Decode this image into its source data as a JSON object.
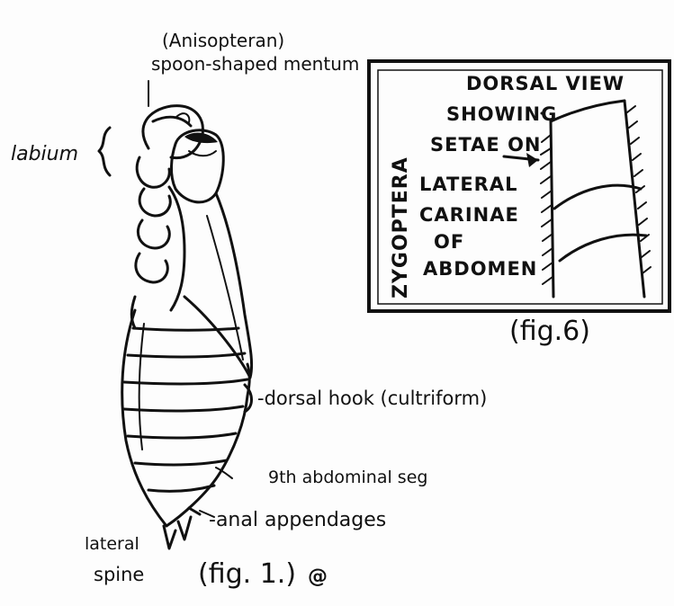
{
  "figure_main": {
    "label_mentum_1": "(Anisopteran)",
    "label_mentum_2": "spoon-shaped mentum",
    "label_labium": "labium",
    "label_dorsal_hook": "-dorsal hook (cultriform)",
    "label_9th_seg": "9th abdominal seg",
    "label_anal": "-anal appendages",
    "label_lateral_1": "lateral",
    "label_lateral_2": "spine",
    "caption": "(fig. 1.)",
    "caption_mark": "@"
  },
  "inset": {
    "vertical_title": "ZYGOPTERA",
    "lines": [
      "DORSAL VIEW",
      "SHOWING",
      "SETAE ON",
      "LATERAL",
      "CARINAE",
      "OF",
      "ABDOMEN"
    ],
    "caption": "(fig.6)"
  }
}
